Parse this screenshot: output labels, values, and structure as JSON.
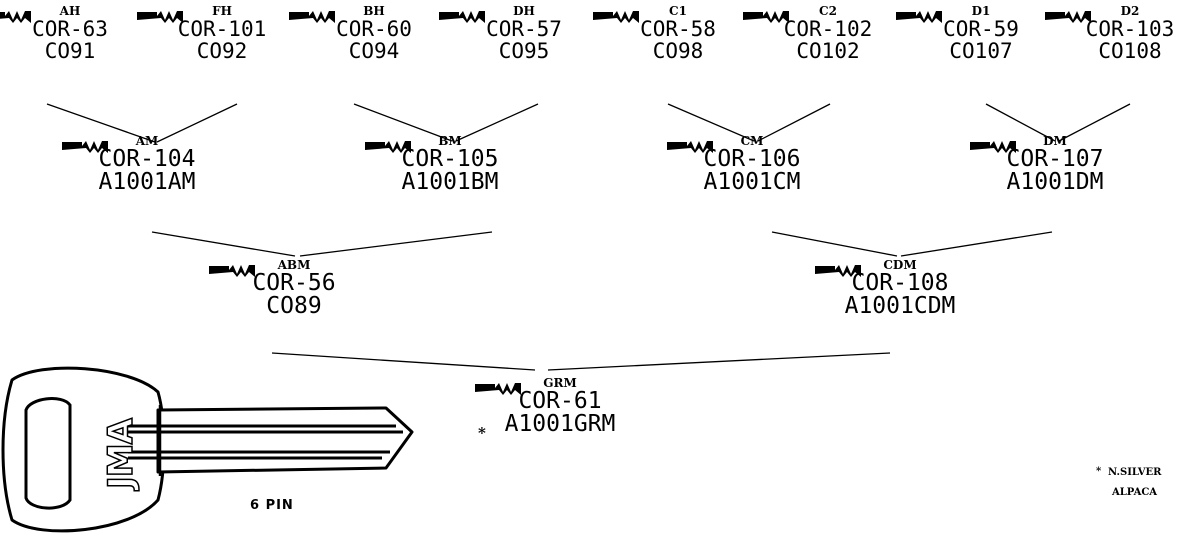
{
  "diagram": {
    "nodes": {
      "AH": {
        "label": "AH",
        "code1": "COR-63",
        "code2": "CO91"
      },
      "FH": {
        "label": "FH",
        "code1": "COR-101",
        "code2": "CO92"
      },
      "BH": {
        "label": "BH",
        "code1": "COR-60",
        "code2": "CO94"
      },
      "DH": {
        "label": "DH",
        "code1": "COR-57",
        "code2": "CO95"
      },
      "C1": {
        "label": "C1",
        "code1": "COR-58",
        "code2": "CO98"
      },
      "C2": {
        "label": "C2",
        "code1": "COR-102",
        "code2": "CO102"
      },
      "D1": {
        "label": "D1",
        "code1": "COR-59",
        "code2": "CO107"
      },
      "D2": {
        "label": "D2",
        "code1": "COR-103",
        "code2": "CO108"
      },
      "AM": {
        "label": "AM",
        "code1": "COR-104",
        "code2": "A1001AM"
      },
      "BM": {
        "label": "BM",
        "code1": "COR-105",
        "code2": "A1001BM"
      },
      "CM": {
        "label": "CM",
        "code1": "COR-106",
        "code2": "A1001CM"
      },
      "DM": {
        "label": "DM",
        "code1": "COR-107",
        "code2": "A1001DM"
      },
      "ABM": {
        "label": "ABM",
        "code1": "COR-56",
        "code2": "CO89"
      },
      "CDM": {
        "label": "CDM",
        "code1": "COR-108",
        "code2": "A1001CDM"
      },
      "GRM": {
        "label": "GRM",
        "code1": "COR-61",
        "code2": "A1001GRM"
      }
    },
    "edges": [
      [
        "AH",
        "AM"
      ],
      [
        "FH",
        "AM"
      ],
      [
        "BH",
        "BM"
      ],
      [
        "DH",
        "BM"
      ],
      [
        "C1",
        "CM"
      ],
      [
        "C2",
        "CM"
      ],
      [
        "D1",
        "DM"
      ],
      [
        "D2",
        "DM"
      ],
      [
        "AM",
        "ABM"
      ],
      [
        "BM",
        "ABM"
      ],
      [
        "CM",
        "CDM"
      ],
      [
        "DM",
        "CDM"
      ],
      [
        "ABM",
        "GRM"
      ],
      [
        "CDM",
        "GRM"
      ]
    ],
    "grm_marker": "*",
    "key": {
      "brand": "JMA",
      "pins": "6  PIN"
    },
    "legend": {
      "marker": "*",
      "line1": "N.SILVER",
      "line2": "ALPACA"
    },
    "colors": {
      "ink": "#000000",
      "paper": "#ffffff"
    }
  }
}
